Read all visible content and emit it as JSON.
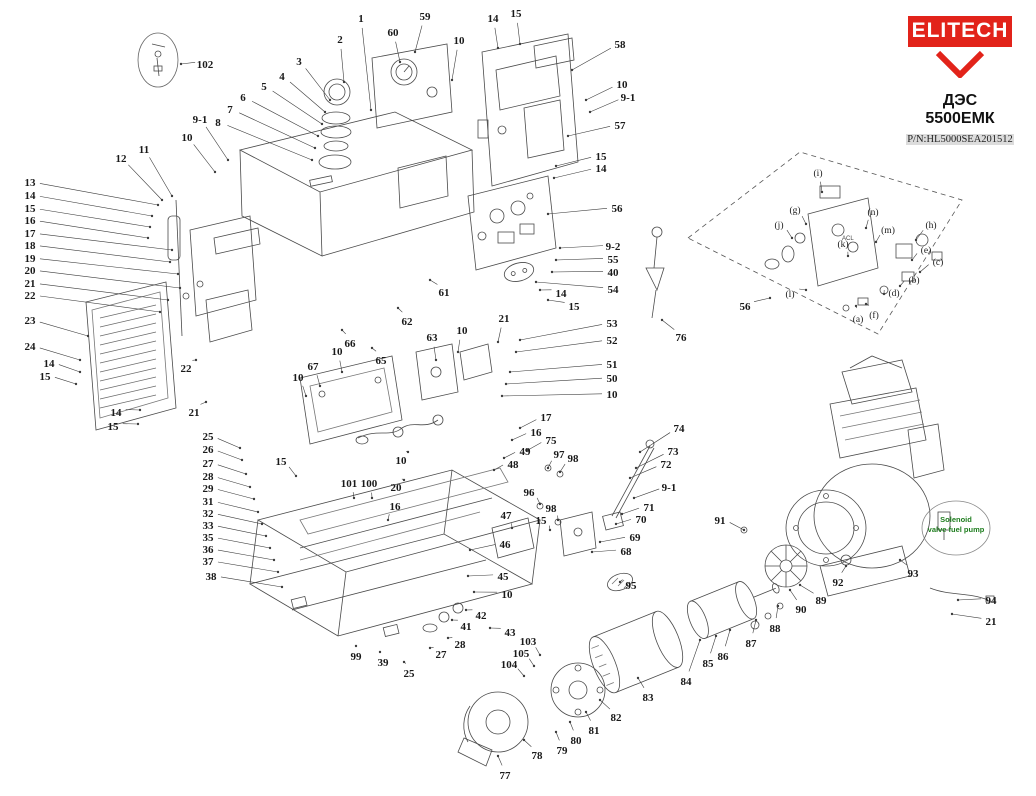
{
  "brand": {
    "logo_text": "ELITECH",
    "model": "ДЭС 5500ЕМК",
    "part_number": "P/N:HL5000SEA201512"
  },
  "annotation": {
    "line1": "Solenoid",
    "line2": "valve fuel pump",
    "color": "#1e7d1e"
  },
  "inset": {
    "panel_text": "ACL"
  },
  "colors": {
    "logo_red": "#e2231a",
    "line_color": "#3c3c3c"
  },
  "callouts": [
    [
      "102",
      205,
      68,
      181,
      64
    ],
    [
      "1",
      361,
      22,
      371,
      110
    ],
    [
      "2",
      340,
      43,
      344,
      82
    ],
    [
      "3",
      299,
      65,
      330,
      100
    ],
    [
      "4",
      282,
      80,
      325,
      112
    ],
    [
      "5",
      264,
      90,
      322,
      124
    ],
    [
      "6",
      243,
      101,
      318,
      136
    ],
    [
      "7",
      230,
      113,
      315,
      148
    ],
    [
      "8",
      218,
      126,
      312,
      160
    ],
    [
      "9-1",
      200,
      123,
      228,
      160
    ],
    [
      "10",
      187,
      141,
      215,
      172
    ],
    [
      "11",
      144,
      153,
      172,
      196
    ],
    [
      "12",
      121,
      162,
      162,
      200
    ],
    [
      "13",
      30,
      186,
      158,
      205
    ],
    [
      "14",
      30,
      199,
      152,
      216
    ],
    [
      "15",
      30,
      212,
      150,
      227
    ],
    [
      "16",
      30,
      224,
      148,
      238
    ],
    [
      "17",
      30,
      237,
      172,
      250
    ],
    [
      "18",
      30,
      249,
      170,
      262
    ],
    [
      "19",
      30,
      262,
      178,
      274
    ],
    [
      "20",
      30,
      274,
      180,
      288
    ],
    [
      "21",
      30,
      287,
      168,
      300
    ],
    [
      "22",
      30,
      299,
      160,
      312
    ],
    [
      "23",
      30,
      324,
      88,
      336
    ],
    [
      "24",
      30,
      350,
      80,
      360
    ],
    [
      "14",
      49,
      367,
      80,
      372
    ],
    [
      "15",
      45,
      380,
      76,
      384
    ],
    [
      "14",
      116,
      416,
      140,
      410
    ],
    [
      "15",
      113,
      430,
      138,
      424
    ],
    [
      "22",
      186,
      372,
      196,
      360
    ],
    [
      "21",
      194,
      416,
      206,
      402
    ],
    [
      "25",
      208,
      440,
      240,
      448
    ],
    [
      "26",
      208,
      453,
      242,
      460
    ],
    [
      "27",
      208,
      467,
      246,
      474
    ],
    [
      "28",
      208,
      480,
      250,
      487
    ],
    [
      "29",
      208,
      492,
      254,
      499
    ],
    [
      "31",
      208,
      505,
      258,
      512
    ],
    [
      "32",
      208,
      517,
      262,
      524
    ],
    [
      "33",
      208,
      529,
      266,
      536
    ],
    [
      "35",
      208,
      541,
      270,
      548
    ],
    [
      "36",
      208,
      553,
      274,
      560
    ],
    [
      "37",
      208,
      565,
      278,
      572
    ],
    [
      "38",
      211,
      580,
      282,
      587
    ],
    [
      "59",
      425,
      20,
      415,
      52
    ],
    [
      "60",
      393,
      36,
      400,
      62
    ],
    [
      "10",
      459,
      44,
      452,
      80
    ],
    [
      "14",
      493,
      22,
      498,
      48
    ],
    [
      "15",
      516,
      17,
      520,
      44
    ],
    [
      "58",
      620,
      48,
      572,
      70
    ],
    [
      "10",
      622,
      88,
      586,
      100
    ],
    [
      "9-1",
      628,
      101,
      590,
      112
    ],
    [
      "57",
      620,
      129,
      568,
      136
    ],
    [
      "15",
      601,
      160,
      556,
      166
    ],
    [
      "14",
      601,
      172,
      554,
      178
    ],
    [
      "56",
      617,
      212,
      548,
      214
    ],
    [
      "9-2",
      613,
      250,
      560,
      248
    ],
    [
      "55",
      613,
      263,
      556,
      260
    ],
    [
      "40",
      613,
      276,
      552,
      272
    ],
    [
      "54",
      613,
      293,
      536,
      282
    ],
    [
      "14",
      561,
      297,
      540,
      290
    ],
    [
      "15",
      574,
      310,
      548,
      300
    ],
    [
      "53",
      612,
      327,
      520,
      340
    ],
    [
      "52",
      612,
      344,
      516,
      352
    ],
    [
      "51",
      612,
      368,
      510,
      372
    ],
    [
      "50",
      612,
      382,
      506,
      384
    ],
    [
      "10",
      612,
      398,
      502,
      396
    ],
    [
      "61",
      444,
      296,
      430,
      280
    ],
    [
      "62",
      407,
      325,
      398,
      308
    ],
    [
      "66",
      350,
      347,
      342,
      330
    ],
    [
      "65",
      381,
      364,
      372,
      348
    ],
    [
      "63",
      432,
      341,
      436,
      360
    ],
    [
      "10",
      462,
      334,
      458,
      352
    ],
    [
      "21",
      504,
      322,
      498,
      342
    ],
    [
      "10",
      337,
      355,
      342,
      372
    ],
    [
      "67",
      313,
      370,
      320,
      386
    ],
    [
      "10",
      298,
      381,
      306,
      396
    ],
    [
      "15",
      281,
      465,
      296,
      476
    ],
    [
      "17",
      546,
      421,
      520,
      428
    ],
    [
      "16",
      536,
      436,
      512,
      440
    ],
    [
      "75",
      551,
      444,
      528,
      450
    ],
    [
      "49",
      525,
      455,
      504,
      458
    ],
    [
      "48",
      513,
      468,
      494,
      470
    ],
    [
      "97",
      559,
      458,
      548,
      468
    ],
    [
      "98",
      573,
      462,
      560,
      472
    ],
    [
      "10",
      401,
      464,
      408,
      452
    ],
    [
      "20",
      396,
      491,
      404,
      480
    ],
    [
      "101",
      349,
      487,
      354,
      498
    ],
    [
      "100",
      369,
      487,
      372,
      498
    ],
    [
      "16",
      395,
      510,
      388,
      520
    ],
    [
      "96",
      529,
      496,
      540,
      504
    ],
    [
      "98",
      551,
      512,
      558,
      520
    ],
    [
      "15",
      541,
      524,
      550,
      530
    ],
    [
      "47",
      506,
      519,
      512,
      528
    ],
    [
      "74",
      679,
      432,
      640,
      452
    ],
    [
      "73",
      673,
      455,
      636,
      468
    ],
    [
      "72",
      666,
      468,
      630,
      478
    ],
    [
      "9-1",
      669,
      491,
      634,
      498
    ],
    [
      "71",
      649,
      511,
      622,
      514
    ],
    [
      "70",
      641,
      523,
      616,
      524
    ],
    [
      "69",
      635,
      541,
      600,
      542
    ],
    [
      "68",
      626,
      555,
      592,
      552
    ],
    [
      "95",
      631,
      589,
      620,
      582
    ],
    [
      "76",
      681,
      341,
      662,
      320
    ],
    [
      "56",
      745,
      310,
      770,
      298
    ],
    [
      "46",
      505,
      548,
      470,
      550
    ],
    [
      "45",
      503,
      580,
      468,
      576
    ],
    [
      "10",
      507,
      598,
      474,
      592
    ],
    [
      "42",
      481,
      619,
      466,
      610
    ],
    [
      "41",
      466,
      630,
      452,
      620
    ],
    [
      "43",
      510,
      636,
      490,
      628
    ],
    [
      "28",
      460,
      648,
      448,
      638
    ],
    [
      "27",
      441,
      658,
      430,
      648
    ],
    [
      "25",
      409,
      677,
      404,
      662
    ],
    [
      "39",
      383,
      666,
      380,
      652
    ],
    [
      "99",
      356,
      660,
      356,
      646
    ],
    [
      "103",
      528,
      645,
      540,
      655
    ],
    [
      "105",
      521,
      657,
      534,
      666
    ],
    [
      "104",
      509,
      668,
      524,
      676
    ],
    [
      "83",
      648,
      701,
      638,
      678
    ],
    [
      "84",
      686,
      685,
      700,
      640
    ],
    [
      "85",
      708,
      667,
      716,
      636
    ],
    [
      "86",
      723,
      660,
      730,
      630
    ],
    [
      "87",
      751,
      647,
      756,
      620
    ],
    [
      "88",
      775,
      632,
      778,
      606
    ],
    [
      "89",
      821,
      604,
      800,
      585
    ],
    [
      "90",
      801,
      613,
      790,
      590
    ],
    [
      "82",
      616,
      721,
      600,
      700
    ],
    [
      "81",
      594,
      734,
      586,
      712
    ],
    [
      "80",
      576,
      744,
      570,
      722
    ],
    [
      "79",
      562,
      754,
      556,
      732
    ],
    [
      "78",
      537,
      759,
      524,
      740
    ],
    [
      "77",
      505,
      779,
      498,
      756
    ],
    [
      "91",
      720,
      524,
      744,
      530
    ],
    [
      "92",
      838,
      586,
      846,
      566
    ],
    [
      "93",
      913,
      577,
      900,
      560
    ],
    [
      "94",
      991,
      604,
      958,
      600
    ],
    [
      "21",
      991,
      625,
      952,
      614
    ]
  ],
  "inset_callouts": [
    [
      "(i)",
      818,
      176,
      822,
      192
    ],
    [
      "(g)",
      795,
      213,
      806,
      224
    ],
    [
      "(j)",
      779,
      228,
      792,
      238
    ],
    [
      "(n)",
      873,
      215,
      866,
      228
    ],
    [
      "(m)",
      888,
      233,
      876,
      242
    ],
    [
      "(h)",
      931,
      228,
      916,
      240
    ],
    [
      "(k)",
      843,
      247,
      848,
      256
    ],
    [
      "(e)",
      926,
      253,
      912,
      260
    ],
    [
      "(c)",
      938,
      265,
      920,
      272
    ],
    [
      "(b)",
      914,
      283,
      900,
      286
    ],
    [
      "(d)",
      894,
      296,
      884,
      294
    ],
    [
      "(l)",
      790,
      297,
      806,
      290
    ],
    [
      "(a)",
      858,
      322,
      856,
      306
    ],
    [
      "(f)",
      874,
      318,
      866,
      304
    ]
  ]
}
